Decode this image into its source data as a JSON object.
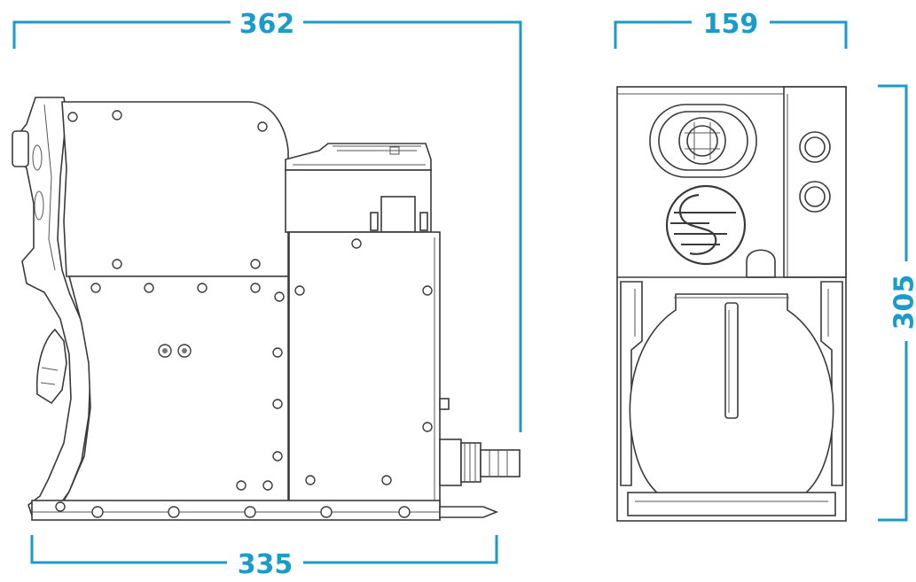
{
  "colors": {
    "accent": "#1a9bc9",
    "line": "#3a3a3a"
  },
  "dimensions": {
    "side_overall_width": "362",
    "side_base_width": "335",
    "front_width": "159",
    "front_height": "305"
  }
}
